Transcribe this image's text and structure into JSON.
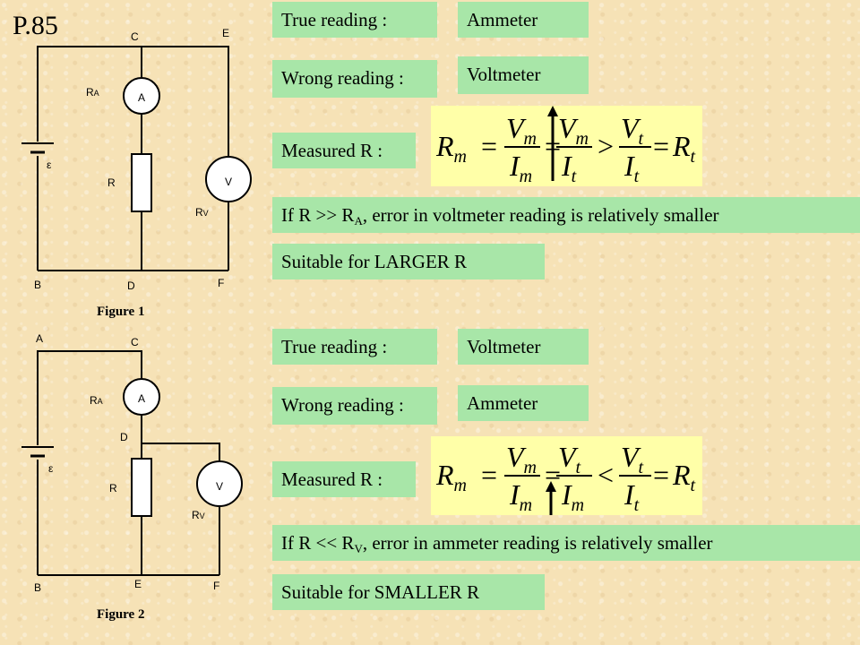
{
  "page_label": "P.85",
  "fig1": {
    "caption": "Figure 1",
    "nodes": {
      "c": "C",
      "e": "E",
      "b": "B",
      "d": "D",
      "f": "F"
    },
    "ra": "R",
    "ra_sub": "A",
    "ammeter": "A",
    "r": "R",
    "emf": "ε",
    "voltmeter": "V",
    "rv": "R",
    "rv_sub": "V"
  },
  "fig2": {
    "caption": "Figure 2",
    "nodes": {
      "a": "A",
      "c": "C",
      "d": "D",
      "b": "B",
      "e": "E",
      "f": "F"
    },
    "ra": "R",
    "ra_sub": "A",
    "ammeter": "A",
    "r": "R",
    "emf": "ε",
    "voltmeter": "V",
    "rv": "R",
    "rv_sub": "V"
  },
  "panel1": {
    "true_label": "True reading :",
    "true_value": "Ammeter",
    "wrong_label": "Wrong reading :",
    "wrong_value": "Voltmeter",
    "measured_label": "Measured R :",
    "formula": {
      "lhs": "R",
      "lhs_sub": "m",
      "n1": "V",
      "n1_sub": "m",
      "d1": "I",
      "d1_sub": "m",
      "n2": "V",
      "n2_sub": "m",
      "d2": "I",
      "d2_sub": "t",
      "rel": ">",
      "n3": "V",
      "n3_sub": "t",
      "d3": "I",
      "d3_sub": "t",
      "rhs": "R",
      "rhs_sub": "t"
    },
    "condition_pre": "If R >> R",
    "condition_sub": "A",
    "condition_post": ", error in voltmeter reading is relatively smaller",
    "suitable": "Suitable for LARGER R"
  },
  "panel2": {
    "true_label": "True reading :",
    "true_value": "Voltmeter",
    "wrong_label": "Wrong reading :",
    "wrong_value": "Ammeter",
    "measured_label": "Measured R :",
    "formula": {
      "lhs": "R",
      "lhs_sub": "m",
      "n1": "V",
      "n1_sub": "m",
      "d1": "I",
      "d1_sub": "m",
      "n2": "V",
      "n2_sub": "t",
      "d2": "I",
      "d2_sub": "m",
      "rel": "<",
      "n3": "V",
      "n3_sub": "t",
      "d3": "I",
      "d3_sub": "t",
      "rhs": "R",
      "rhs_sub": "t"
    },
    "condition_pre": "If R << R",
    "condition_sub": "V",
    "condition_post": ", error in ammeter reading is relatively smaller",
    "suitable": "Suitable for SMALLER R"
  }
}
